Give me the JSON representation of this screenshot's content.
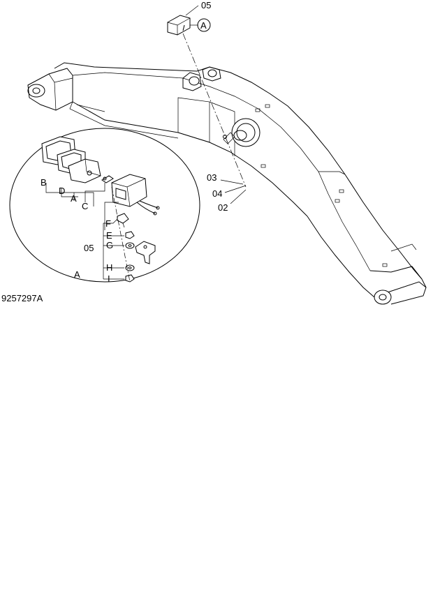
{
  "drawing_number": "9257297A",
  "labels": {
    "lamp_assembly": "05",
    "detail_ref": "A",
    "part_03": "03",
    "part_04": "04",
    "part_02": "02"
  },
  "detail": {
    "title": "A",
    "assembly": "05",
    "parts": {
      "B": "B",
      "D": "D",
      "A": "A",
      "C": "C",
      "F": "F",
      "E": "E",
      "G": "G",
      "H": "H",
      "I": "I"
    }
  }
}
